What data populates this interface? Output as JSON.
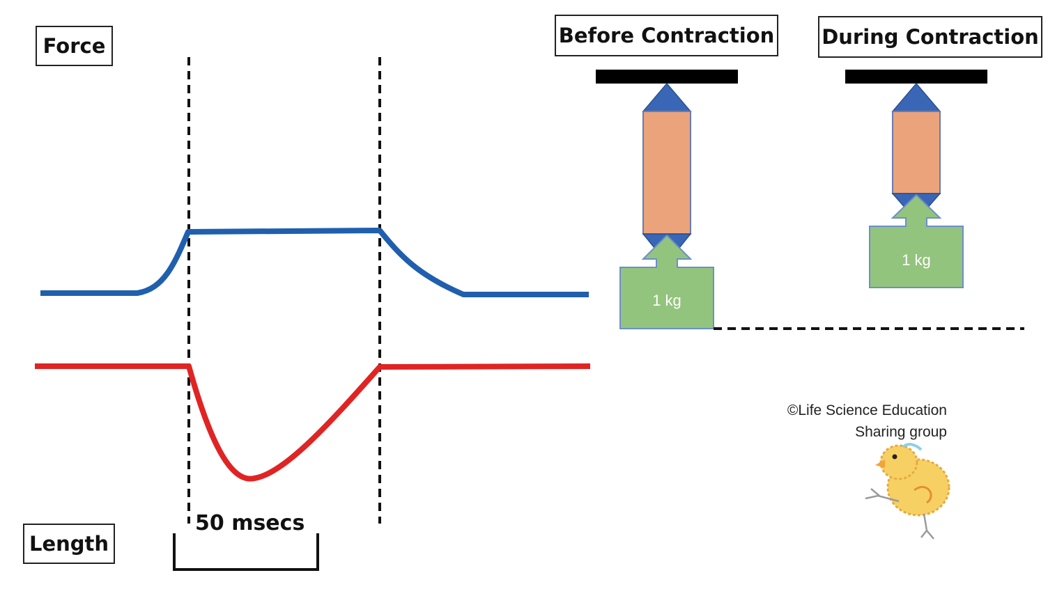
{
  "labels": {
    "force": "Force",
    "length": "Length",
    "duration": "50 msecs",
    "before": "Before Contraction",
    "during": "During Contraction"
  },
  "weights": {
    "before": "1 kg",
    "during": "1 kg"
  },
  "copyright": {
    "line1": "©Life Science Education",
    "line2": "Sharing group"
  },
  "colors": {
    "force_trace": "#1f5fae",
    "length_trace": "#e02424",
    "muscle": "#eba37b",
    "tendon": "#3a67b5",
    "weight": "#93c47d",
    "mount": "#000000"
  },
  "icons": {
    "mascot": "yellow-chick-icon"
  }
}
